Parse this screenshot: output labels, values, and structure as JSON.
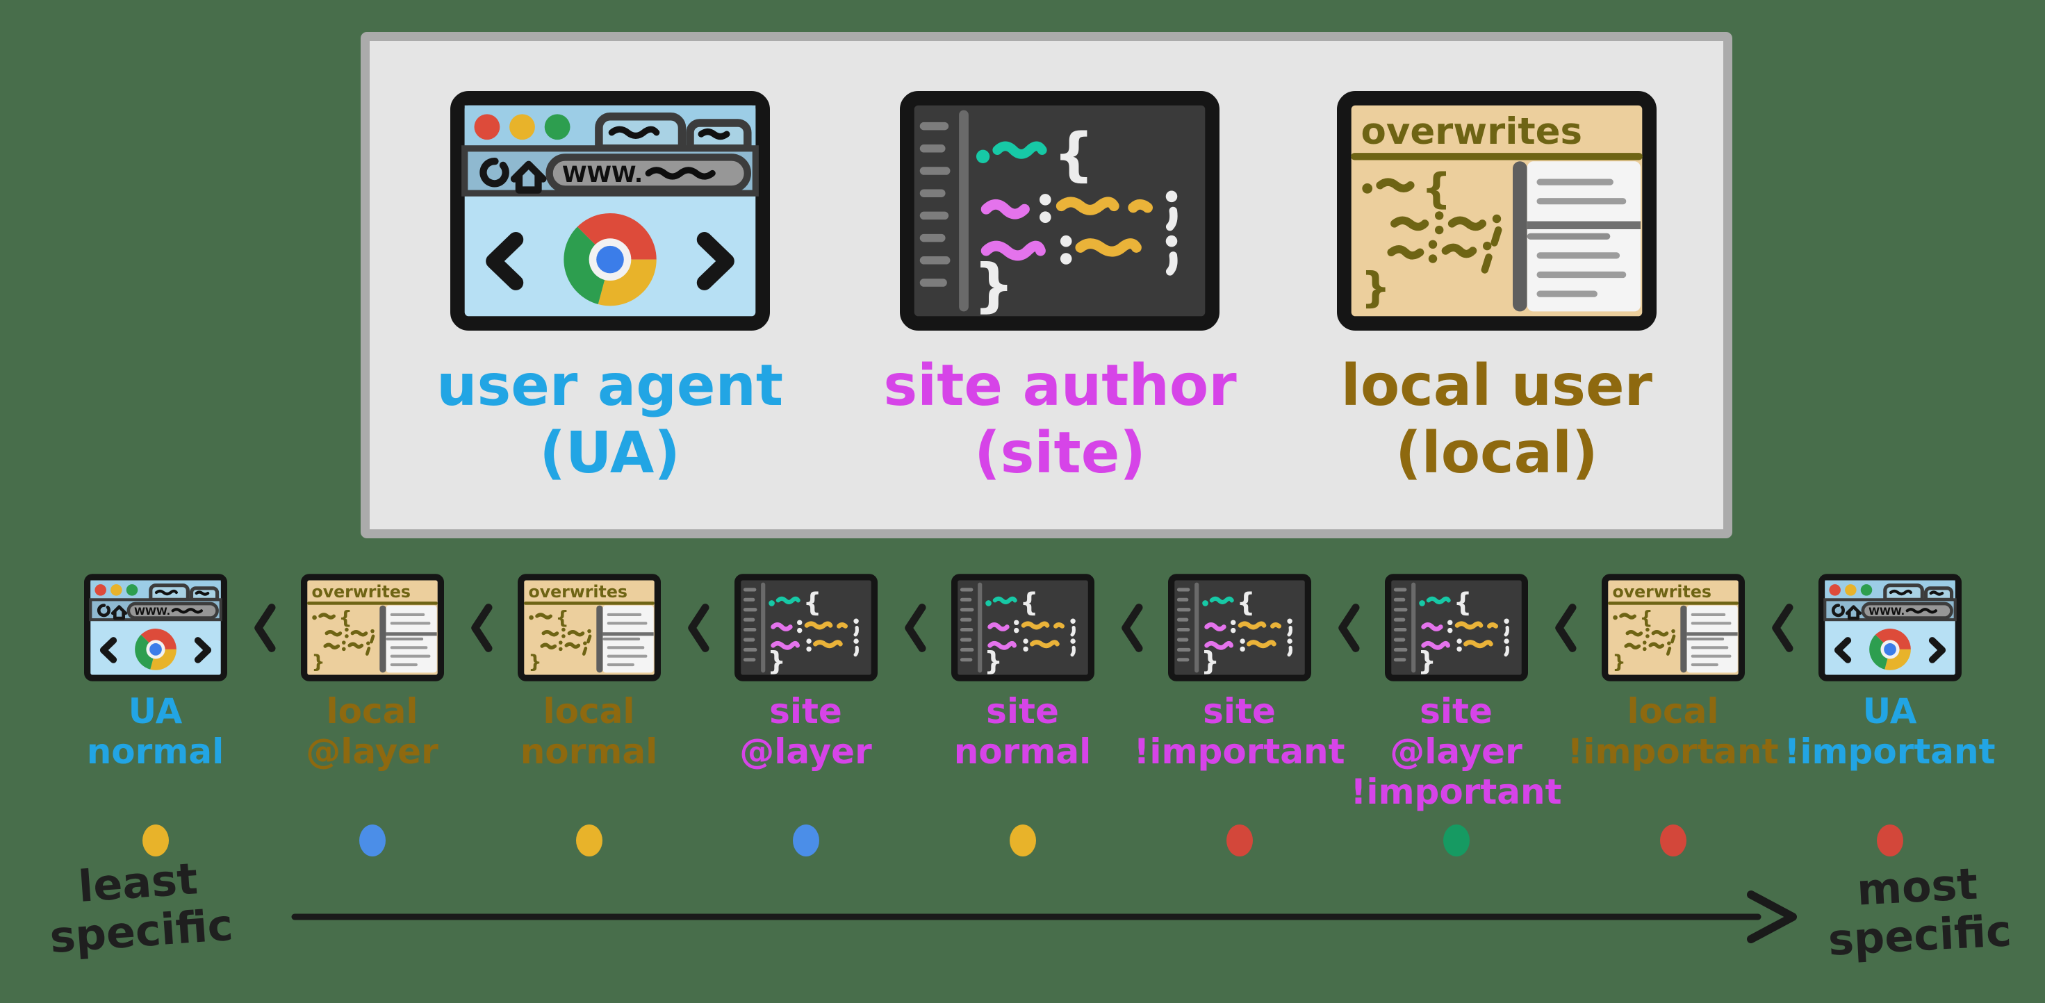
{
  "origins_panel": {
    "items": [
      {
        "name": "user-agent",
        "label_lines": [
          "user agent",
          "(UA)"
        ],
        "color": "#22a5e4",
        "icon": "browser"
      },
      {
        "name": "site-author",
        "label_lines": [
          "site author",
          "(site)"
        ],
        "color": "#d644e8",
        "icon": "code"
      },
      {
        "name": "local-user",
        "label_lines": [
          "local user",
          "(local)"
        ],
        "color": "#8e690f",
        "icon": "doc"
      }
    ]
  },
  "icons": {
    "doc_title": "overwrites",
    "browser_url_text": "WWW."
  },
  "cascade_order": {
    "separator_symbol": "<",
    "items": [
      {
        "label_lines": [
          "UA",
          "normal"
        ],
        "icon": "browser",
        "color": "#22a5e4",
        "dot_color": "#e8b32a"
      },
      {
        "label_lines": [
          "local",
          "@layer"
        ],
        "icon": "doc",
        "color": "#8e690f",
        "dot_color": "#4b8ee8"
      },
      {
        "label_lines": [
          "local",
          "normal"
        ],
        "icon": "doc",
        "color": "#8e690f",
        "dot_color": "#e8b32a"
      },
      {
        "label_lines": [
          "site",
          "@layer"
        ],
        "icon": "code",
        "color": "#d644e8",
        "dot_color": "#4b8ee8"
      },
      {
        "label_lines": [
          "site",
          "normal"
        ],
        "icon": "code",
        "color": "#d644e8",
        "dot_color": "#e8b32a"
      },
      {
        "label_lines": [
          "site",
          "!important"
        ],
        "icon": "code",
        "color": "#d644e8",
        "dot_color": "#d3473a"
      },
      {
        "label_lines": [
          "site",
          "@layer",
          "!important"
        ],
        "icon": "code",
        "color": "#d644e8",
        "dot_color": "#169a62"
      },
      {
        "label_lines": [
          "local",
          "!important"
        ],
        "icon": "doc",
        "color": "#8e690f",
        "dot_color": "#d3473a"
      },
      {
        "label_lines": [
          "UA",
          "!important"
        ],
        "icon": "browser",
        "color": "#22a5e4",
        "dot_color": "#d3473a"
      }
    ]
  },
  "axis": {
    "start_label_lines": [
      "least",
      "specific"
    ],
    "end_label_lines": [
      "most",
      "specific"
    ]
  },
  "colors": {
    "background": "#486e4b",
    "panel_fill": "#e5e5e5",
    "panel_border": "#ababab",
    "arrow": "#1a1a1a"
  }
}
